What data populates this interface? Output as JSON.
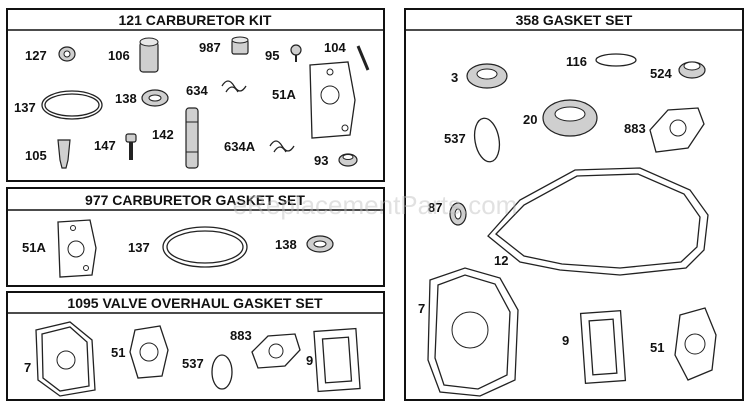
{
  "panels": {
    "carb_kit": {
      "title": "121 CARBURETOR KIT",
      "parts": [
        "127",
        "106",
        "987",
        "95",
        "104",
        "137",
        "138",
        "634",
        "51A",
        "105",
        "147",
        "142",
        "634A",
        "93"
      ]
    },
    "carb_gasket": {
      "title": "977 CARBURETOR GASKET SET",
      "parts": [
        "51A",
        "137",
        "138"
      ]
    },
    "valve_gasket": {
      "title": "1095 VALVE OVERHAUL GASKET SET",
      "parts": [
        "7",
        "51",
        "537",
        "883",
        "9"
      ]
    },
    "gasket_set": {
      "title": "358 GASKET SET",
      "parts": [
        "116",
        "3",
        "524",
        "20",
        "537",
        "883",
        "87",
        "12",
        "7",
        "9",
        "51"
      ]
    }
  },
  "watermark": "eReplacementParts.com"
}
